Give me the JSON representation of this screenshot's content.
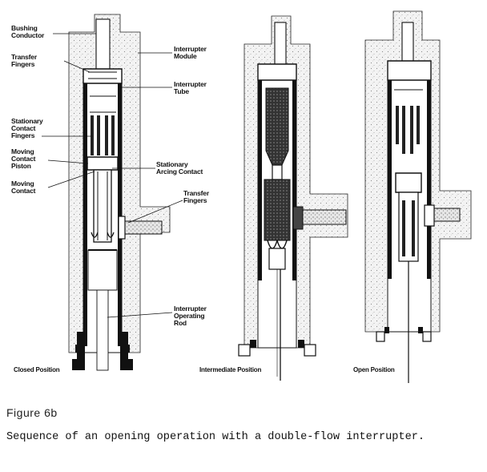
{
  "figure": {
    "label": "Figure 6b",
    "caption": "Sequence of an opening operation with a double-flow interrupter."
  },
  "labels": {
    "bushing_conductor": [
      "Bushing",
      "Conductor"
    ],
    "transfer_fingers_top": [
      "Transfer",
      "Fingers"
    ],
    "stationary_contact_fingers": [
      "Stationary",
      "Contact",
      "Fingers"
    ],
    "moving_contact_piston": [
      "Moving",
      "Contact",
      "Piston"
    ],
    "moving_contact": [
      "Moving",
      "Contact"
    ],
    "interrupter_module": [
      "Interrupter",
      "Module"
    ],
    "interrupter_tube": [
      "Interrupter",
      "Tube"
    ],
    "stationary_arcing_contact": [
      "Stationary",
      "Arcing Contact"
    ],
    "transfer_fingers_right": [
      "Transfer",
      "Fingers"
    ],
    "interrupter_operating_rod": [
      "Interrupter",
      "Operating",
      "Rod"
    ]
  },
  "positions": {
    "closed": "Closed Position",
    "intermediate": "Intermediate Position",
    "open": "Open Position"
  },
  "colors": {
    "ink": "#111111",
    "stipple": "#9a9a9a",
    "background": "#ffffff"
  }
}
